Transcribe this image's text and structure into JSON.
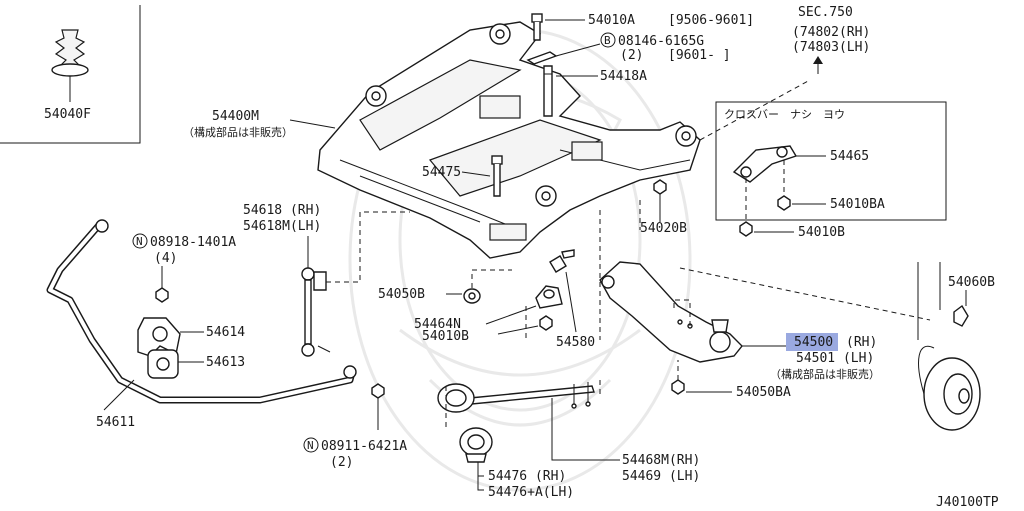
{
  "diagram": {
    "drawing_code": "J40100TP",
    "highlight_color": "#9aa9e0",
    "labels": {
      "p54040F": "54040F",
      "p54400M": "54400M",
      "p54400M_note": "（構成部品は非販売）",
      "p54010A": "54010A",
      "p54010A_range": "[9506-9601]",
      "p08146_ref": "B",
      "p08146": "08146-6165G",
      "p08146_qty": "(2)",
      "p08146_range": "[9601-    ]",
      "sec_title": "SEC.750",
      "sec_rh": "(74802(RH)",
      "sec_lh": "(74803(LH)",
      "p54418A": "54418A",
      "box_title": "クロスバー　ナシ　ヨウ",
      "p54465": "54465",
      "p54010BA_top": "54010BA",
      "p54010B_right": "54010B",
      "p54475": "54475",
      "p54020B": "54020B",
      "p54618": "54618 (RH)",
      "p54618M": "54618M(LH)",
      "p08918_ref": "N",
      "p08918": "08918-1401A",
      "p08918_qty": "(4)",
      "p54050B": "54050B",
      "p54060B": "54060B",
      "p54614": "54614",
      "p54613": "54613",
      "p54464N": "54464N",
      "p54010B_mid": "54010B",
      "p54580": "54580",
      "p54500": "54500",
      "p54500_side": "(RH)",
      "p54501": "54501 (LH)",
      "p54500_note": "（構成部品は非販売）",
      "p54050BA": "54050BA",
      "p54611": "54611",
      "p08911_ref": "N",
      "p08911": "08911-6421A",
      "p08911_qty": "(2)",
      "p54468M": "54468M(RH)",
      "p54469": "54469 (LH)",
      "p54476": "54476   (RH)",
      "p54476A": "54476+A(LH)"
    }
  }
}
